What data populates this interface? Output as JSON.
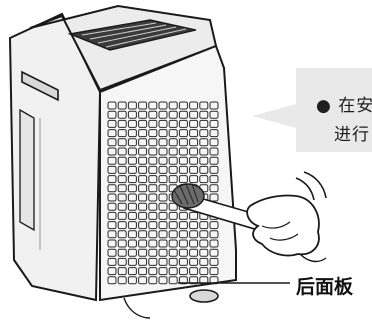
{
  "callout": {
    "line1": "● 在安",
    "line2": "进行"
  },
  "label": {
    "rear_panel": "后面板"
  },
  "colors": {
    "callout_bg": "#e9e9e9",
    "body_fill": "#f4f4f4",
    "outline": "#1a1a1a"
  },
  "icons": [
    "air-purifier-illustration",
    "cleaning-brush-icon",
    "hand-icon",
    "motion-lines-icon"
  ]
}
